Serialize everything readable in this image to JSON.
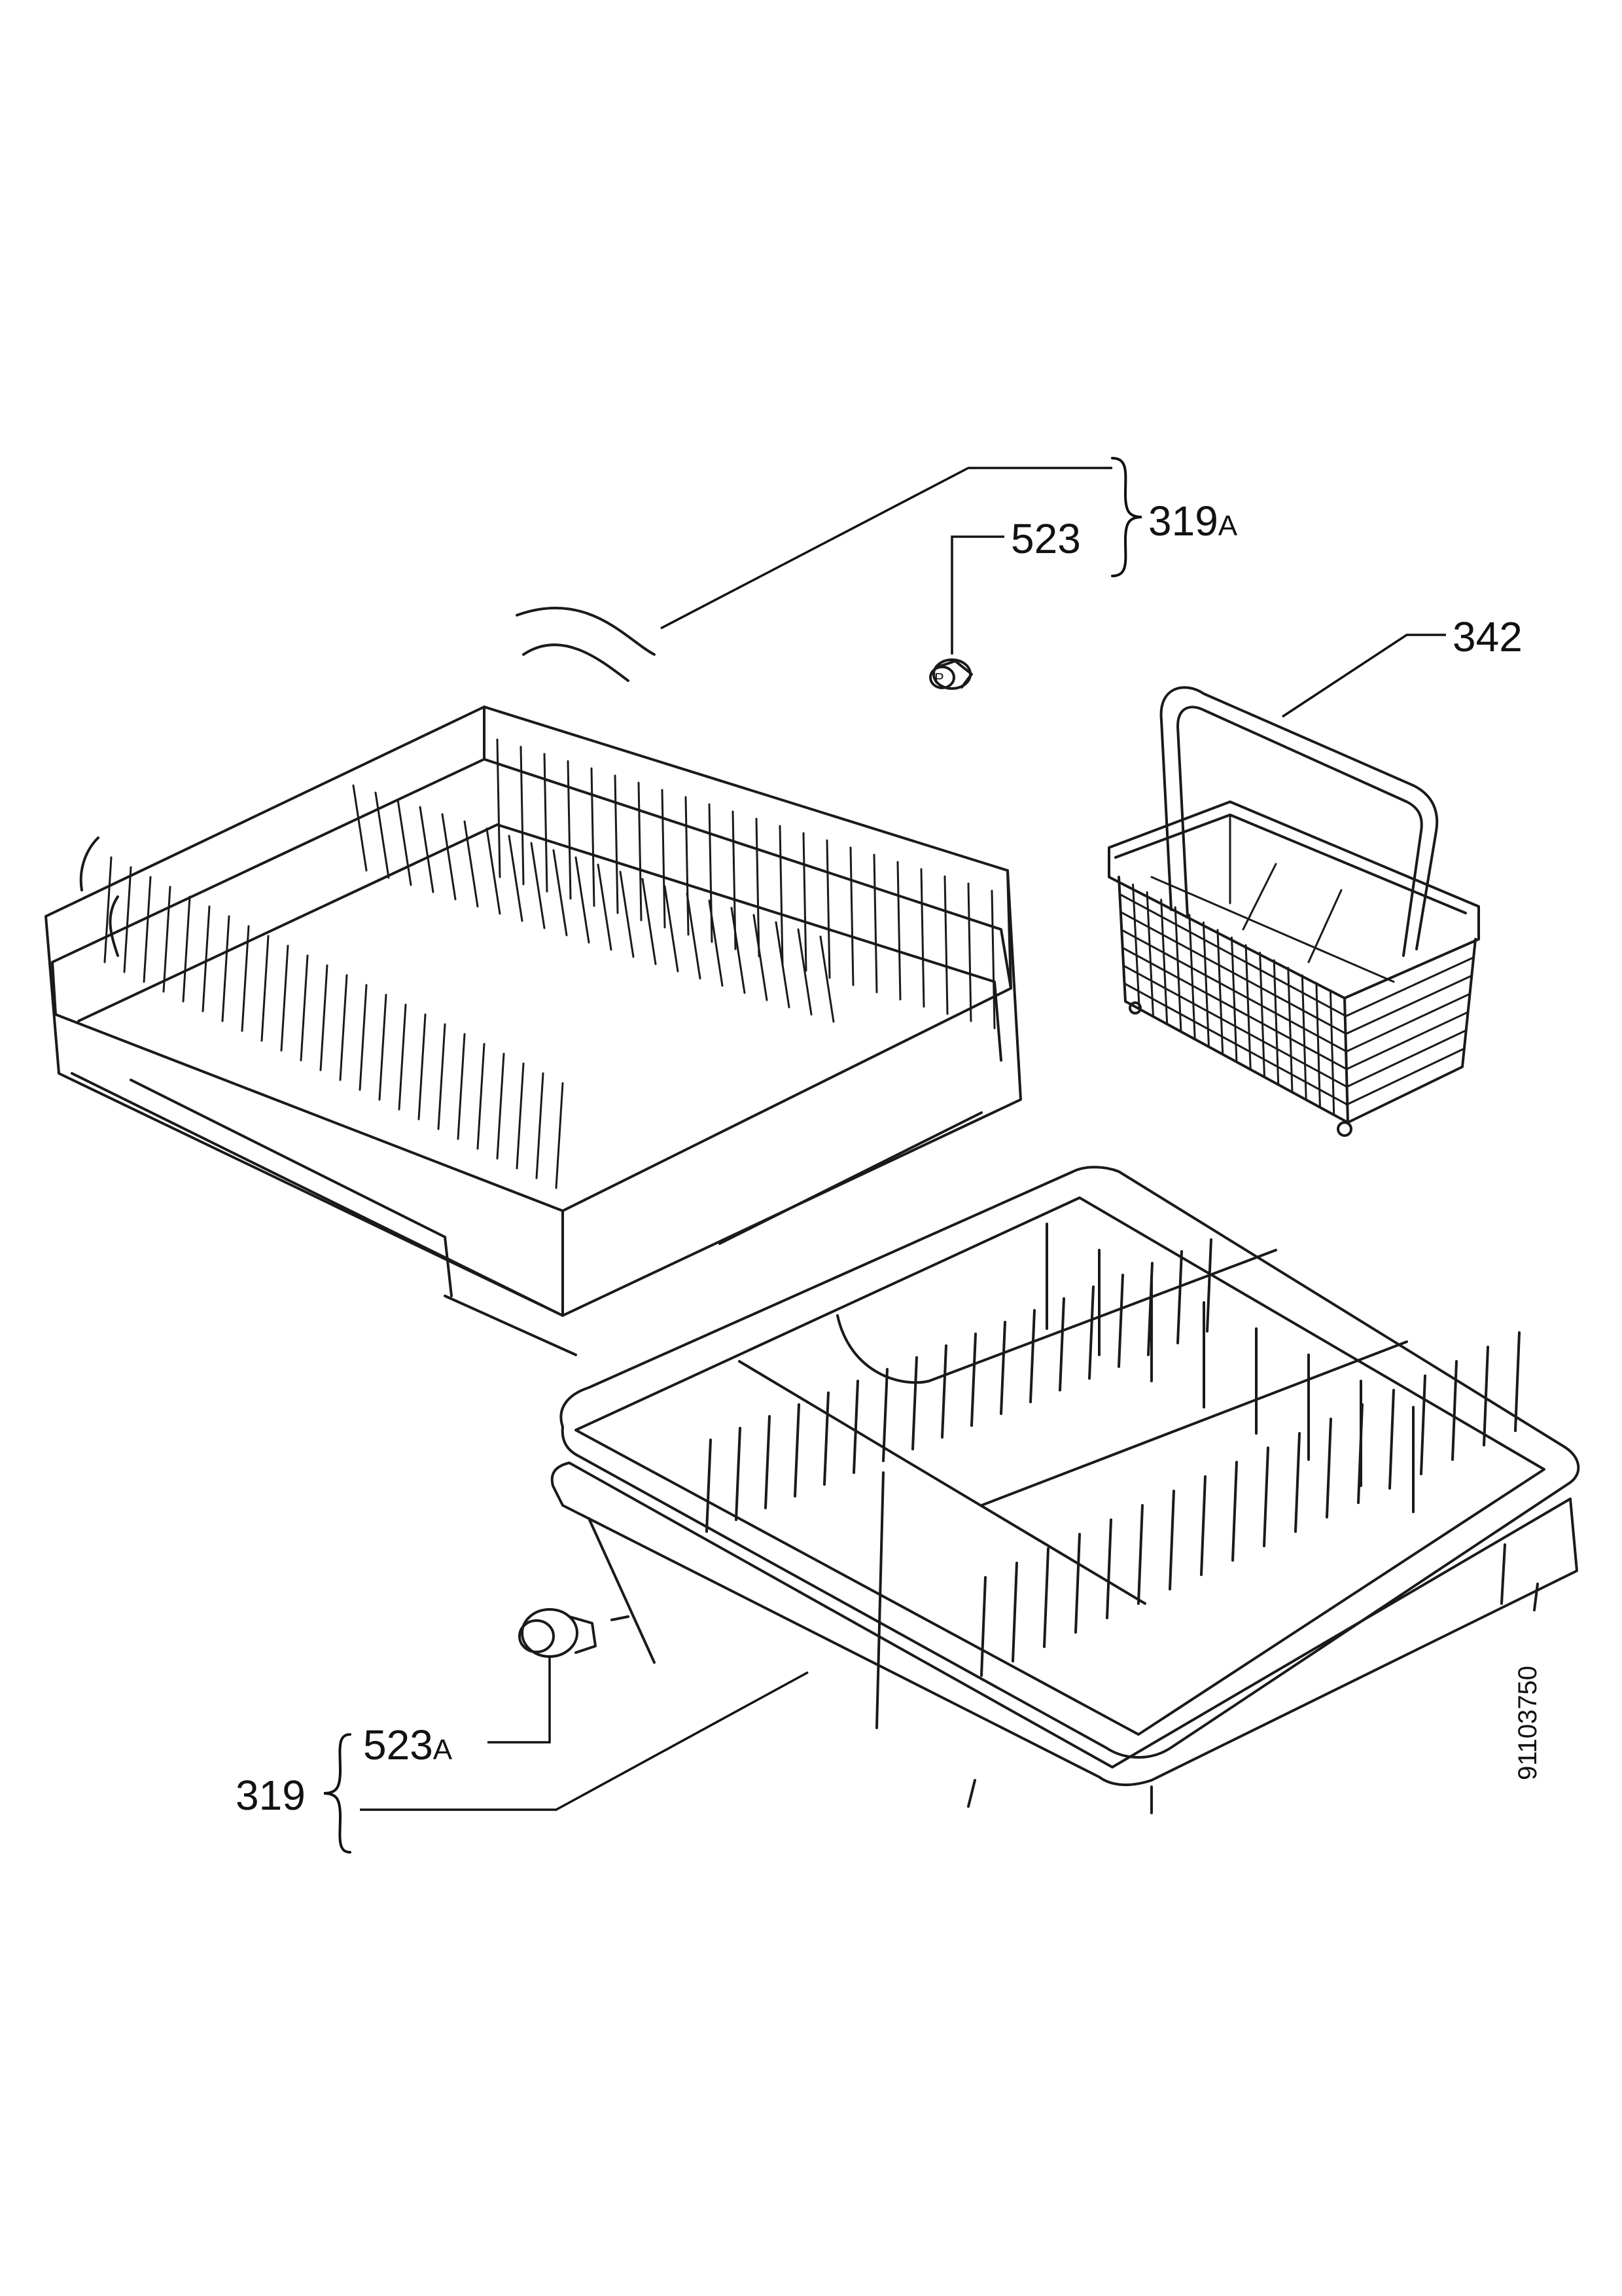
{
  "parts": {
    "upper_rack_assembly": {
      "ref": "319",
      "suffix": "A"
    },
    "upper_wheel": {
      "ref": "523"
    },
    "cutlery_basket": {
      "ref": "342"
    },
    "lower_rack_assembly": {
      "ref": "319"
    },
    "lower_wheel": {
      "ref": "523",
      "suffix": "A"
    }
  },
  "document_number": "91103750",
  "colors": {
    "ink": "#111111",
    "paper": "#ffffff"
  }
}
